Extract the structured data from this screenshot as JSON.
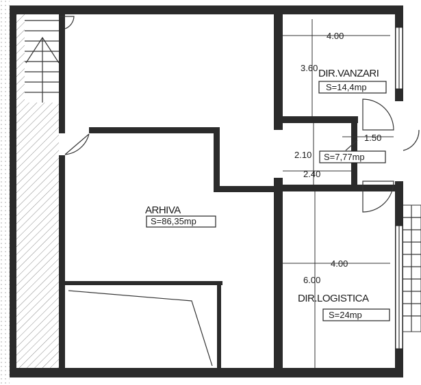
{
  "rooms": {
    "arhiva": {
      "name": "ARHIVA",
      "area": "S=86,35mp"
    },
    "vanzari": {
      "name": "DIR.VANZARI",
      "area": "S=14,4mp",
      "width_dim": "4.00",
      "depth_dim": "3.60"
    },
    "hall": {
      "area": "S=7,77mp",
      "width_dim": "1.50",
      "depth_dim": "2.10",
      "inner_dim": "2.40"
    },
    "logistica": {
      "name": "DIR.LOGISTICA",
      "area": "S=24mp",
      "width_dim": "4.00",
      "depth_dim": "6.00"
    }
  }
}
